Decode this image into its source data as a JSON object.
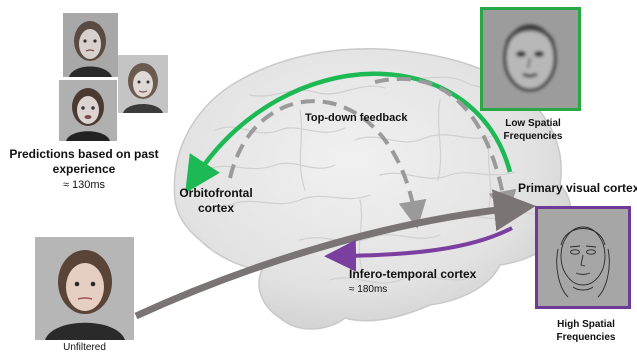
{
  "labels": {
    "top_down": "Top-down feedback",
    "orbitofrontal": "Orbitofrontal\ncortex",
    "primary_visual": "Primary visual cortex",
    "infero_temporal": "Infero-temporal cortex",
    "infero_temporal_time": "≈ 180ms",
    "predictions": "Predictions based on past\nexperience",
    "predictions_time": "≈ 130ms",
    "unfiltered": "Unfiltered",
    "low_sf": "Low Spatial\nFrequencies",
    "high_sf": "High Spatial\nFrequencies"
  },
  "colors": {
    "green_arrow": "#1db954",
    "gray_arrow": "#7a7474",
    "dashed_arrow": "#9a9a9a",
    "purple_arrow": "#7b3fa0",
    "low_sf_border": "#27a844",
    "high_sf_border": "#6f3a96",
    "brain": "#e4e4e4"
  }
}
